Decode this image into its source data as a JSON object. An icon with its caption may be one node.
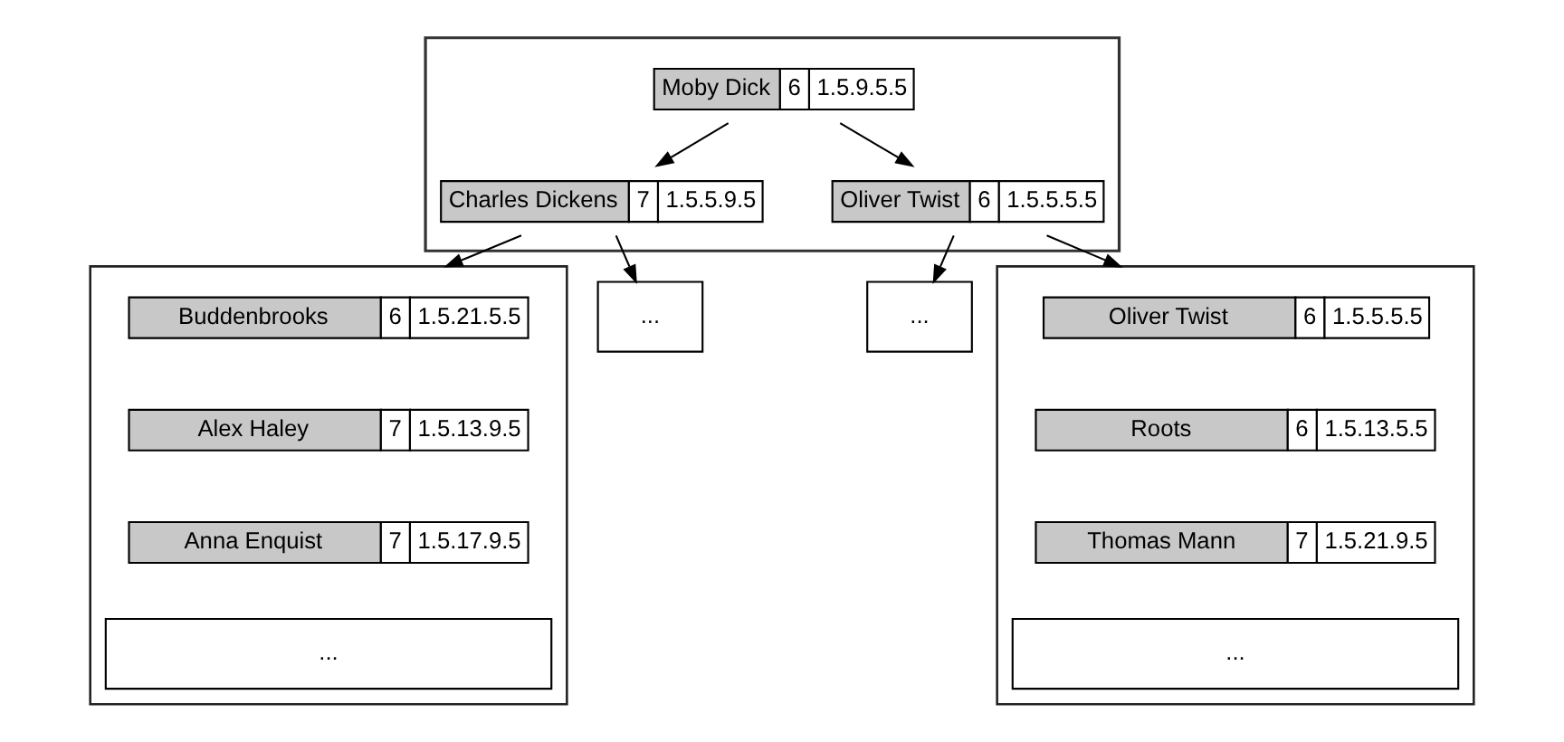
{
  "diagram": {
    "nodes": [
      {
        "text": [],
        "shape": "triangle"
      },
      {
        "text": [
          "Moby Dick",
          "6",
          "1.5.9.5.5"
        ],
        "in": 0
      },
      {
        "text": [
          "Charles Dickens",
          "7",
          "1.5.5.9.5"
        ],
        "in": 0
      },
      {
        "text": [
          "Oliver Twist",
          "6",
          "1.5.5.5.5"
        ],
        "in": 0
      },
      {
        "text": [],
        "shape": "box"
      },
      {
        "text": [
          "Buddenbrooks",
          "6",
          "1.5.21.5.5"
        ],
        "in": 4
      },
      {
        "text": [
          "Alex Haley",
          "7",
          "1.5.13.9.5"
        ],
        "in": 4
      },
      {
        "text": [
          "Anna Enquist",
          "7",
          "1.5.17.9.5"
        ],
        "in": 4
      },
      {
        "text": [
          "..."
        ],
        "in": 4
      },
      {
        "text": [
          "..."
        ]
      },
      {
        "text": [
          "..."
        ]
      },
      {
        "text": [],
        "shape": "box"
      },
      {
        "text": [
          "Oliver Twist",
          "6",
          "1.5.5.5.5"
        ],
        "in": 11
      },
      {
        "text": [
          "Roots",
          "6",
          "1.5.13.5.5"
        ],
        "in": 11
      },
      {
        "text": [
          "Thomas Mann",
          "7",
          "1.5.21.9.5"
        ],
        "in": 11
      },
      {
        "text": [
          "..."
        ],
        "in": 11
      }
    ],
    "edges": [
      {
        "from": 1,
        "to": 2,
        "arrow": "to"
      },
      {
        "from": 1,
        "to": 3,
        "arrow": "to"
      },
      {
        "from": 2,
        "to": 4,
        "arrow": "to"
      },
      {
        "from": 2,
        "to": 9,
        "arrow": "to"
      },
      {
        "from": 3,
        "to": 10,
        "arrow": "to"
      },
      {
        "from": 3,
        "to": 11,
        "arrow": "to"
      }
    ]
  }
}
